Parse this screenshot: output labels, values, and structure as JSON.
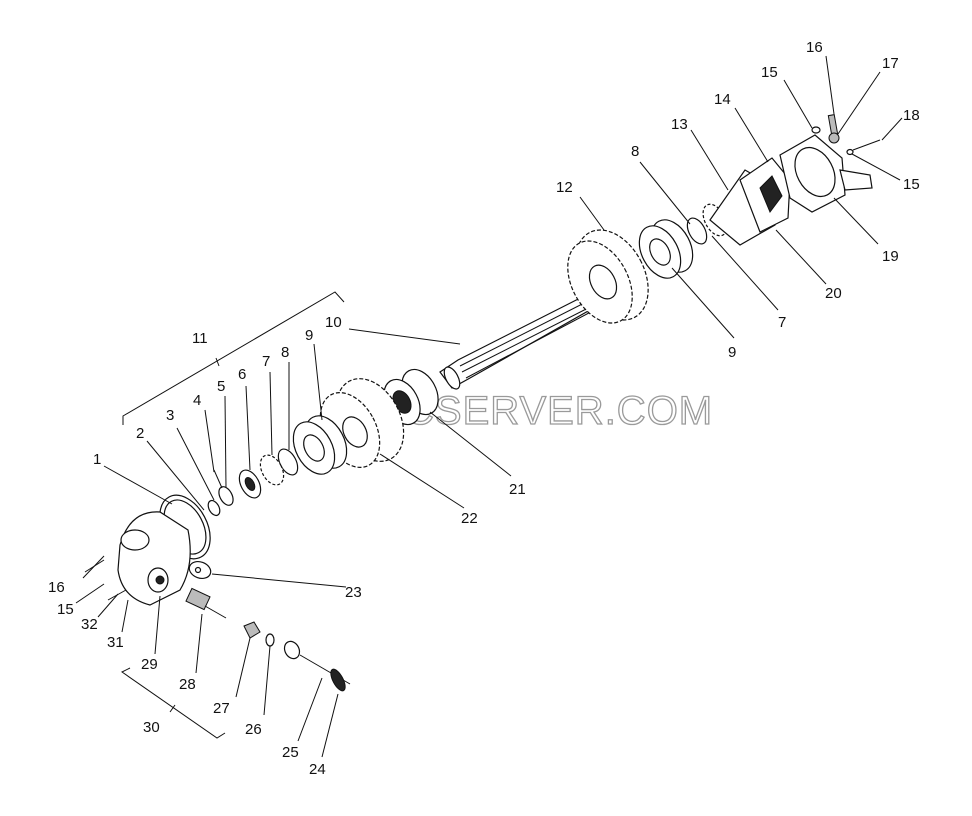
{
  "watermark": "SPECSERVER.COM",
  "labels": {
    "l1": "1",
    "l2": "2",
    "l3": "3",
    "l4": "4",
    "l5": "5",
    "l6": "6",
    "l7a": "7",
    "l7b": "7",
    "l8a": "8",
    "l8b": "8",
    "l9a": "9",
    "l9b": "9",
    "l10": "10",
    "l11": "11",
    "l12": "12",
    "l13": "13",
    "l14": "14",
    "l15a": "15",
    "l15b": "15",
    "l15c": "15",
    "l16a": "16",
    "l16b": "16",
    "l17": "17",
    "l18": "18",
    "l19": "19",
    "l20": "20",
    "l21": "21",
    "l22": "22",
    "l23": "23",
    "l24": "24",
    "l25": "25",
    "l26": "26",
    "l27": "27",
    "l28": "28",
    "l29": "29",
    "l30": "30",
    "l31": "31",
    "l32": "32"
  }
}
